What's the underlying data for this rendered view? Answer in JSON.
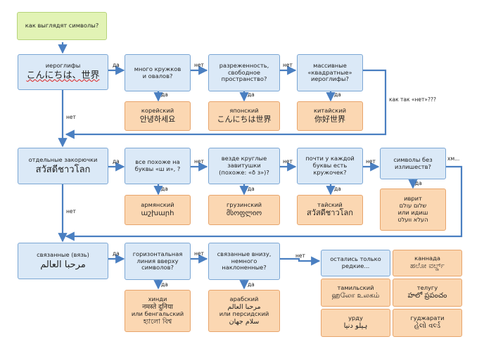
{
  "start": "как выглядят символы?",
  "rows": [
    {
      "main_label": "иероглифы",
      "main_sample": "こんにちは、世界",
      "q1": "много кружков\nи овалов?",
      "q2": "разреженность,\nсвободное\nпространство?",
      "q3": "массивные\n«квадратные»\nиероглифы?",
      "a1": {
        "name": "корейский",
        "sample": "안녕하세요"
      },
      "a2": {
        "name": "японский",
        "sample": "こんにちは世界"
      },
      "a3": {
        "name": "китайский",
        "sample": "你好世界"
      },
      "exit": "как так «нет»???"
    },
    {
      "main_label": "отдельные закорючки",
      "main_sample": "สวัสดีชาวโลก",
      "q1": "все похоже на\nбуквы «ш и», ?",
      "q2": "везде круглые\nзавитушки\n(похоже: «ð з»)?",
      "q3": "почти у каждой\nбуквы есть\nкружочек?",
      "q4": "символы без\nизлишеств?",
      "a1": {
        "name": "армянский",
        "sample": "աշխարհ"
      },
      "a2": {
        "name": "грузинский",
        "sample": "მსოფლიო"
      },
      "a3": {
        "name": "тайский",
        "sample": "สวัสดีชาวโลก"
      },
      "a4": {
        "name": "иврит\nשלום עולם\nили идиш\nהעלא וועלט"
      },
      "exit": "хм..."
    },
    {
      "main_label": "связанные (вязь)",
      "main_sample": "مرحبا العالم",
      "q1": "горизонтальная\nлиния вверху\nсимволов?",
      "q2": "связанные внизу,\nнемного\nнаклоненные?",
      "a1": {
        "name": "хинди",
        "sample": "नमस्ते दुनिया",
        "extra": "или бенгальский",
        "sample2": "হ্যালো বিশ্ব"
      },
      "a2": {
        "name": "арабский",
        "sample": "مرحبا العالم",
        "extra": "или персидский",
        "sample2": "سلام جهان"
      },
      "rest": "остались только\nредкие...",
      "rare": [
        {
          "name": "каннада",
          "sample": "ಹಲೋ ವರ್ಲ್ಡ್"
        },
        {
          "name": "тамильский",
          "sample": "ஹலோ உலகம்"
        },
        {
          "name": "телугу",
          "sample": "హలో ప్రపంచం"
        },
        {
          "name": "урду",
          "sample": "ہیلو دنیا"
        },
        {
          "name": "гуджарати",
          "sample": "હેલો વર્લ્ડ"
        }
      ]
    }
  ],
  "labels": {
    "yes": "да",
    "no": "нет"
  },
  "colors": {
    "green": "#e2f3b5",
    "blue": "#dbe9f7",
    "orange": "#fbd7b2",
    "arrow": "#4a7fc1"
  }
}
